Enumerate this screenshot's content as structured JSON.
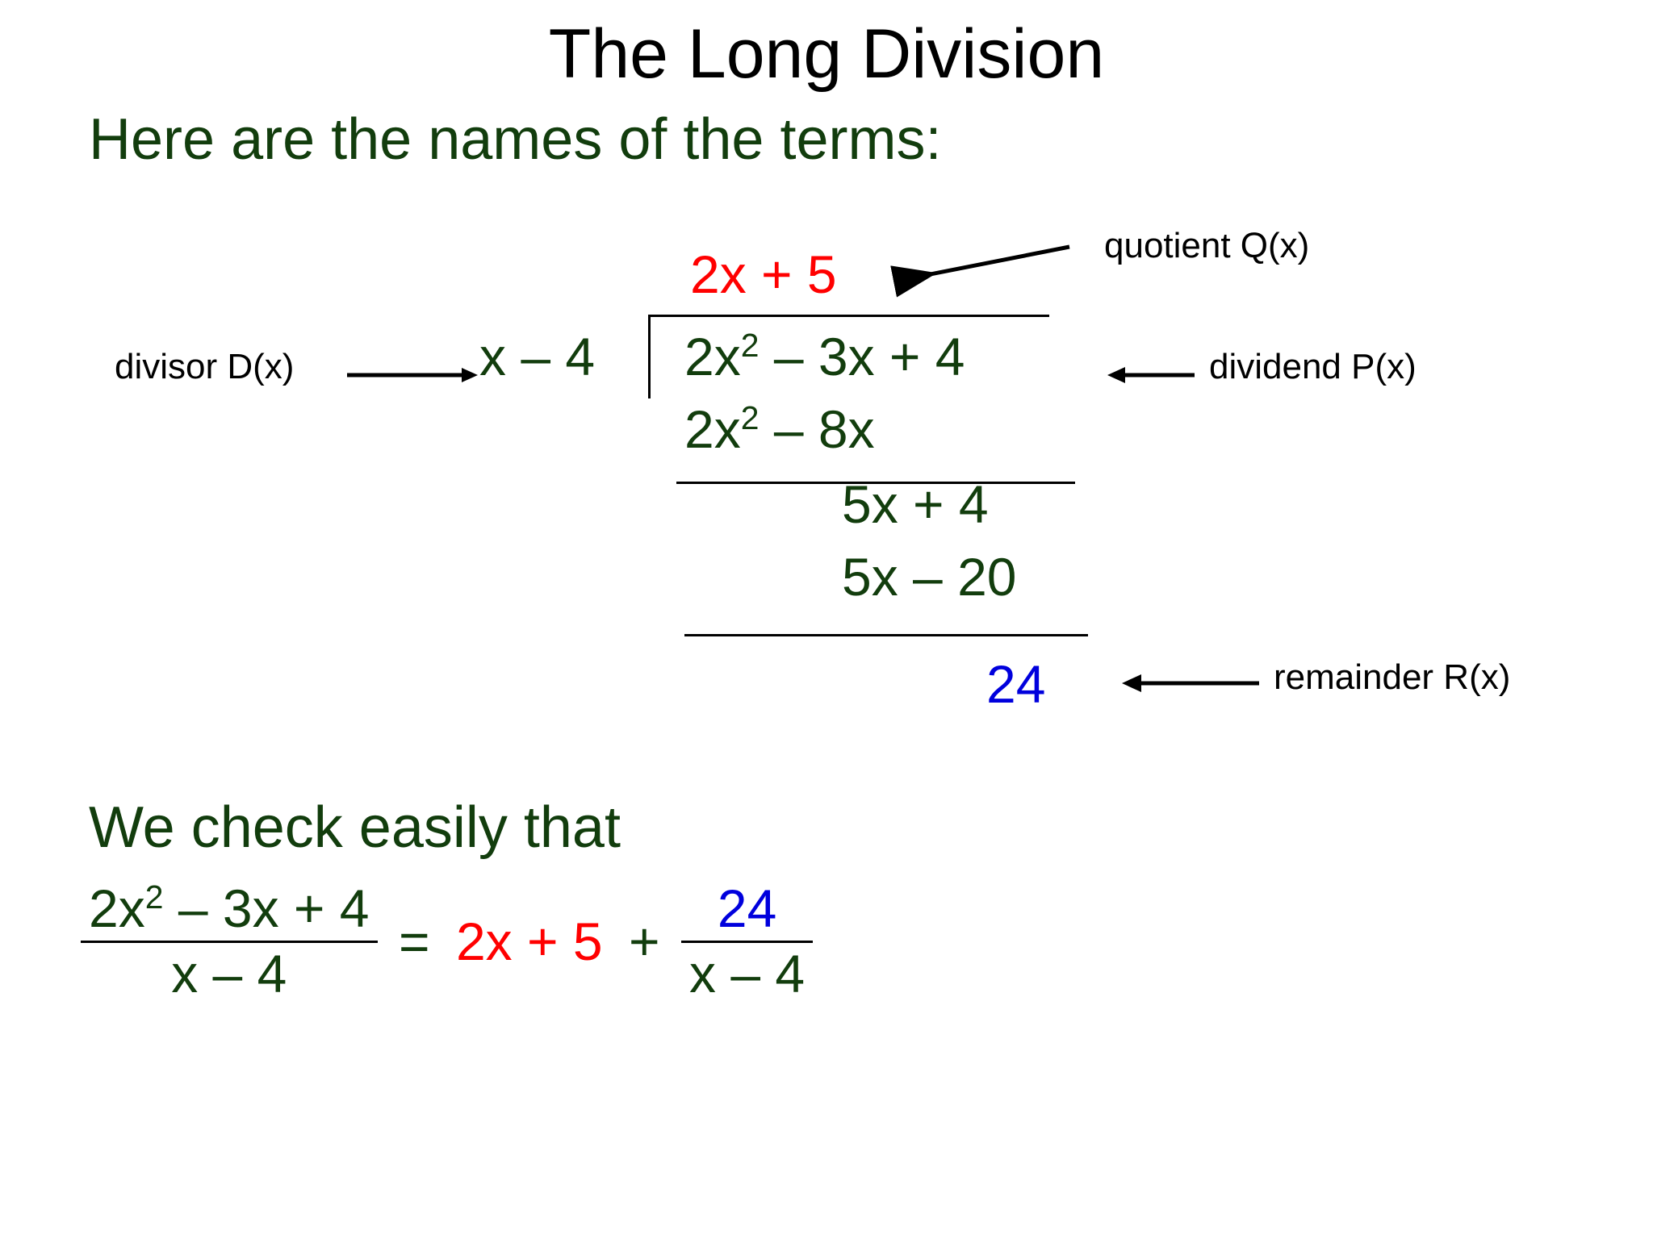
{
  "slide": {
    "title": "The Long Division",
    "subtitle": "Here are the names of the terms:",
    "check_line": "We check easily that"
  },
  "colors": {
    "title": "#000000",
    "body_green": "#123D0D",
    "quotient_red": "#FF0000",
    "remainder_blue": "#0000DD",
    "rule_black": "#000000",
    "background": "#FFFFFF"
  },
  "long_division": {
    "quotient": "2x + 5",
    "divisor": "x – 4",
    "dividend_coef": "2x",
    "dividend_exp": "2",
    "dividend_rest": " – 3x + 4",
    "subtract_1_coef": "2x",
    "subtract_1_exp": "2",
    "subtract_1_rest": " – 8x",
    "partial_remainder_1": "5x + 4",
    "partial_remainder_2": "5x – 20",
    "remainder": "24"
  },
  "annotations": {
    "quotient_label": "quotient Q(x)",
    "divisor_label": "divisor D(x)",
    "dividend_label": "dividend P(x)",
    "remainder_label": "remainder R(x)"
  },
  "identity": {
    "lhs_numerator_coef": "2x",
    "lhs_numerator_exp": "2",
    "lhs_numerator_rest": " – 3x + 4",
    "lhs_denominator": "x – 4",
    "equals": "=",
    "quotient_term": "2x + 5",
    "plus": "+",
    "rhs_numerator": "24",
    "rhs_denominator": "x – 4"
  }
}
